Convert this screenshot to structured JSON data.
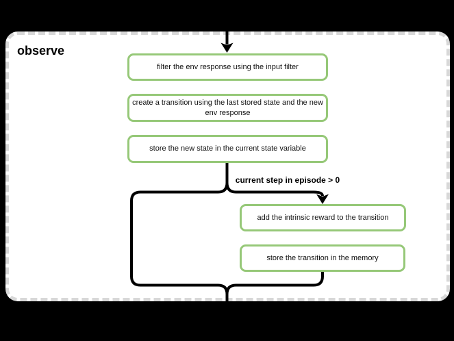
{
  "canvas": {
    "background_color": "#000000"
  },
  "panel": {
    "title": "observe",
    "background_color": "#ffffff",
    "border_color": "#d8d8d8"
  },
  "flow": {
    "node_border_color": "#96c878",
    "connector_color": "#000000",
    "nodes": [
      {
        "label": "filter the env response using the input filter"
      },
      {
        "label": "create a transition using the last stored state and the new env response"
      },
      {
        "label": "store the new state in the current state variable"
      },
      {
        "label": "add the intrinsic reward to the transition"
      },
      {
        "label": "store the transition in the memory"
      }
    ],
    "edges": {
      "condition_label": "current step in episode > 0"
    }
  }
}
